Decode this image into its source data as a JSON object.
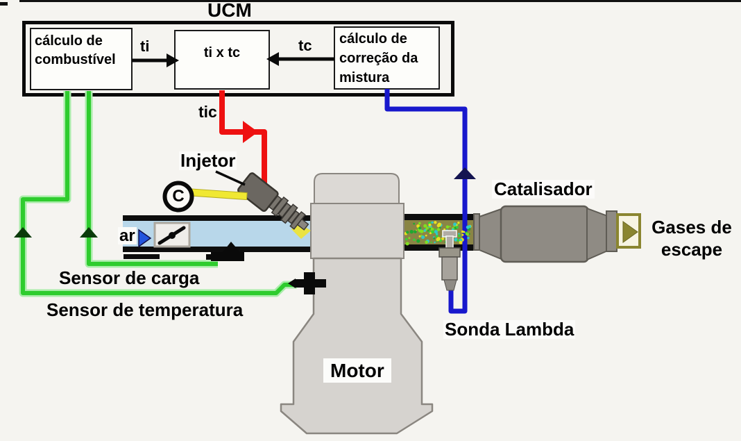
{
  "ucm": {
    "title": "UCM",
    "boxes": {
      "fuel_calc": {
        "line1": "cálculo de",
        "line2": "combustível"
      },
      "multiplier": {
        "label": "ti x tc"
      },
      "mixture_correction": {
        "line1": "cálculo de",
        "line2": "correção da",
        "line3": "mistura"
      }
    },
    "signals": {
      "ti": "ti",
      "tc": "tc",
      "tic": "tic"
    }
  },
  "labels": {
    "injector": "Injetor",
    "injector_symbol": "C",
    "air": "ar",
    "load_sensor": "Sensor de carga",
    "temp_sensor": "Sensor de temperatura",
    "motor": "Motor",
    "catalyst": "Catalisador",
    "exhaust_gases": {
      "line1": "Gases de",
      "line2": "escape"
    },
    "lambda_probe": "Sonda Lambda"
  },
  "colors": {
    "background": "#f5f4f0",
    "green_wire": "#2ecc2e",
    "green_arrow": "#0b3b0b",
    "red_wire": "#ee1111",
    "blue_wire": "#1818cc",
    "blue_arrow": "#141450",
    "intake_air_fill": "#b8d7ea",
    "air_arrow_blue": "#2255dd",
    "exhaust_interior": "#8a8545",
    "engine_gray": "#d6d3cf",
    "catalyst_gray": "#8f8b84",
    "injector_yellow": "#f0e832",
    "gases_box_olive": "#8a8530",
    "speckle_palette": [
      "#35d435",
      "#e8e020",
      "#30c8c8",
      "#7ee020",
      "#20a830"
    ]
  }
}
